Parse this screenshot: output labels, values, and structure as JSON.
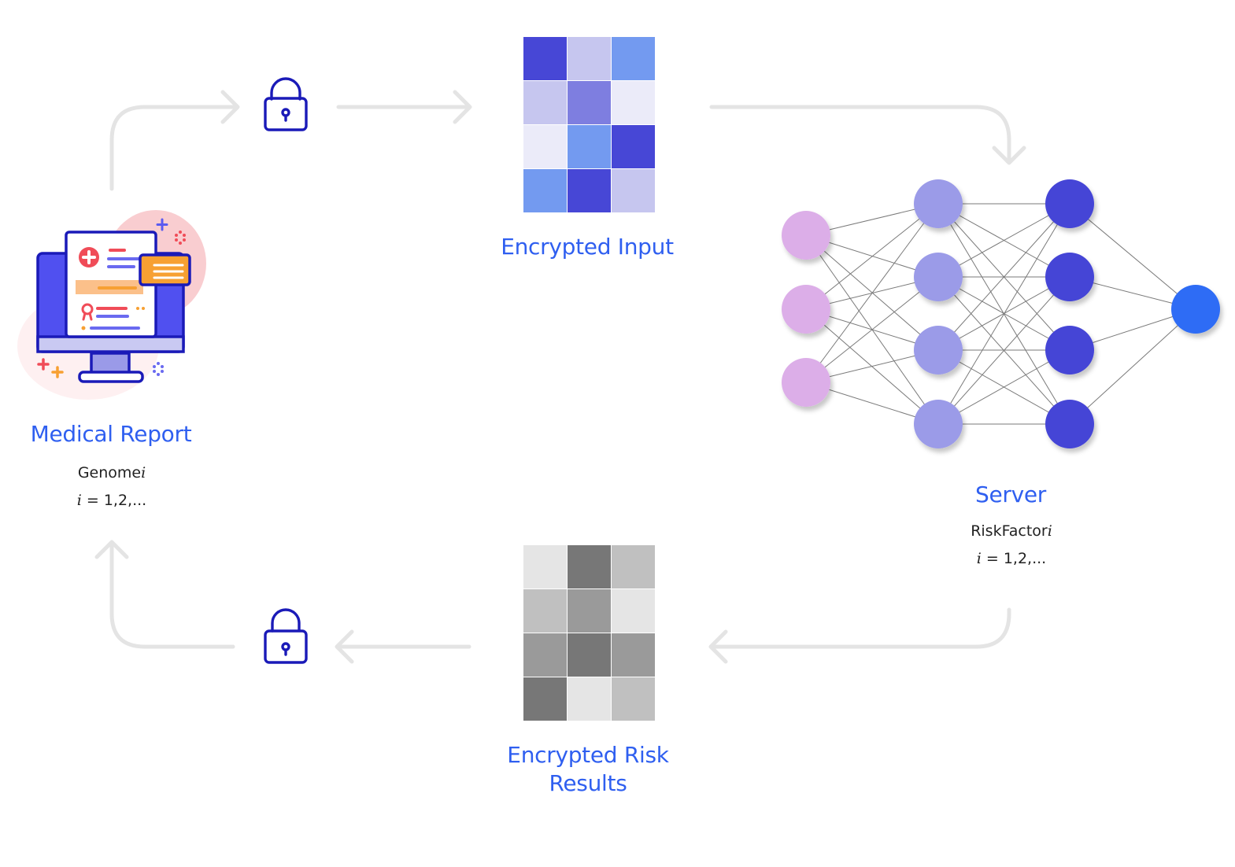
{
  "labels": {
    "medical_report": "Medical Report",
    "medical_sub1_prefix": "Genome",
    "medical_sub1_var": "i",
    "medical_sub2_var": "i",
    "medical_sub2_rest": " = 1,2,...",
    "encrypted_input": "Encrypted Input",
    "server": "Server",
    "server_sub1_prefix": "RiskFactor",
    "server_sub1_var": "i",
    "server_sub2_var": "i",
    "server_sub2_rest": " = 1,2,...",
    "encrypted_results_line1": "Encrypted Risk",
    "encrypted_results_line2": "Results"
  },
  "icons": {
    "locked": "lock-closed-icon",
    "unlocked": "lock-open-icon",
    "report": "medical-report-computer-icon"
  },
  "grids": {
    "encrypted_input": [
      [
        "#4747d6",
        "#c6c6ef",
        "#739af0"
      ],
      [
        "#c6c6ef",
        "#7e7ee0",
        "#ebebf9"
      ],
      [
        "#ebebf9",
        "#739af0",
        "#4747d6"
      ],
      [
        "#739af0",
        "#4747d6",
        "#c6c6ef"
      ]
    ],
    "encrypted_results": [
      [
        "#e5e5e5",
        "#777777",
        "#c0c0c0"
      ],
      [
        "#c0c0c0",
        "#9a9a9a",
        "#e5e5e5"
      ],
      [
        "#9a9a9a",
        "#777777",
        "#9a9a9a"
      ],
      [
        "#777777",
        "#e5e5e5",
        "#c0c0c0"
      ]
    ]
  },
  "network": {
    "layers": [
      {
        "count": 3,
        "color": "#dcaee8"
      },
      {
        "count": 4,
        "color": "#9b9be8"
      },
      {
        "count": 4,
        "color": "#4545d6"
      },
      {
        "count": 1,
        "color": "#2e6cf5"
      }
    ]
  },
  "colors": {
    "accent": "#2f5ff0",
    "arrow": "#e4e4e4",
    "icon_stroke": "#1a1ab8"
  }
}
